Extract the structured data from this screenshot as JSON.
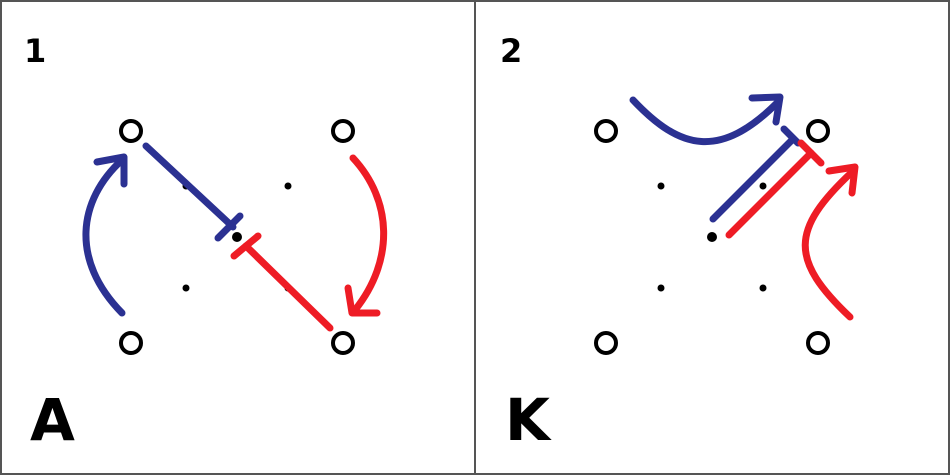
{
  "panels": [
    {
      "number": "1",
      "letter": "A"
    },
    {
      "number": "2",
      "letter": "K"
    }
  ],
  "colors": {
    "blue_thread": "#2b3192",
    "red_thread": "#ee1c25",
    "border": "#555555"
  }
}
